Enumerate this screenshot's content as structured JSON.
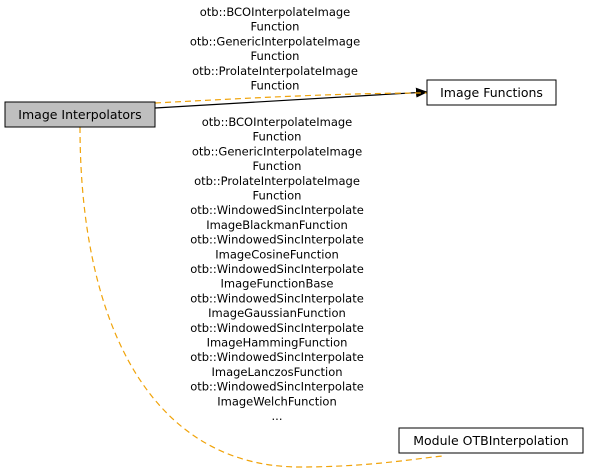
{
  "nodes": {
    "image_interpolators": {
      "label": "Image Interpolators",
      "fill": "#bfbfbf"
    },
    "image_functions": {
      "label": "Image Functions",
      "fill": "#ffffff"
    },
    "module_otb_interpolation": {
      "label": "Module OTBInterpolation",
      "fill": "#ffffff"
    }
  },
  "edges": {
    "top_label_lines": [
      "otb::BCOInterpolateImage",
      "Function",
      "otb::GenericInterpolateImage",
      "Function",
      "otb::ProlateInterpolateImage",
      "Function"
    ],
    "middle_label_lines": [
      "otb::BCOInterpolateImage",
      "Function",
      "otb::GenericInterpolateImage",
      "Function",
      "otb::ProlateInterpolateImage",
      "Function",
      "otb::WindowedSincInterpolate",
      "ImageBlackmanFunction",
      "otb::WindowedSincInterpolate",
      "ImageCosineFunction",
      "otb::WindowedSincInterpolate",
      "ImageFunctionBase",
      "otb::WindowedSincInterpolate",
      "ImageGaussianFunction",
      "otb::WindowedSincInterpolate",
      "ImageHammingFunction",
      "otb::WindowedSincInterpolate",
      "ImageLanczosFunction",
      "otb::WindowedSincInterpolate",
      "ImageWelchFunction",
      "..."
    ],
    "solid_color": "#000000",
    "dashed_color": "#f0a30a"
  }
}
